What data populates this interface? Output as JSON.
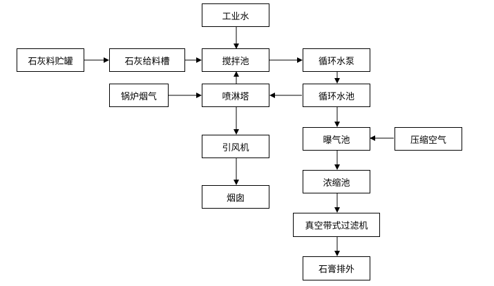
{
  "nodes": {
    "industrial_water": "工业水",
    "lime_storage_tank": "石灰料贮罐",
    "lime_feed_tank": "石灰给料槽",
    "mixing_tank": "搅拌池",
    "circulating_pump": "循环水泵",
    "boiler_flue_gas": "锅炉烟气",
    "spray_tower": "喷淋塔",
    "circulating_pool": "循环水池",
    "induced_draft_fan": "引风机",
    "aeration_tank": "曝气池",
    "compressed_air": "压缩空气",
    "chimney": "烟囱",
    "thickener": "浓缩池",
    "vacuum_belt_filter": "真空带式过滤机",
    "gypsum_discharge": "石膏排外"
  }
}
